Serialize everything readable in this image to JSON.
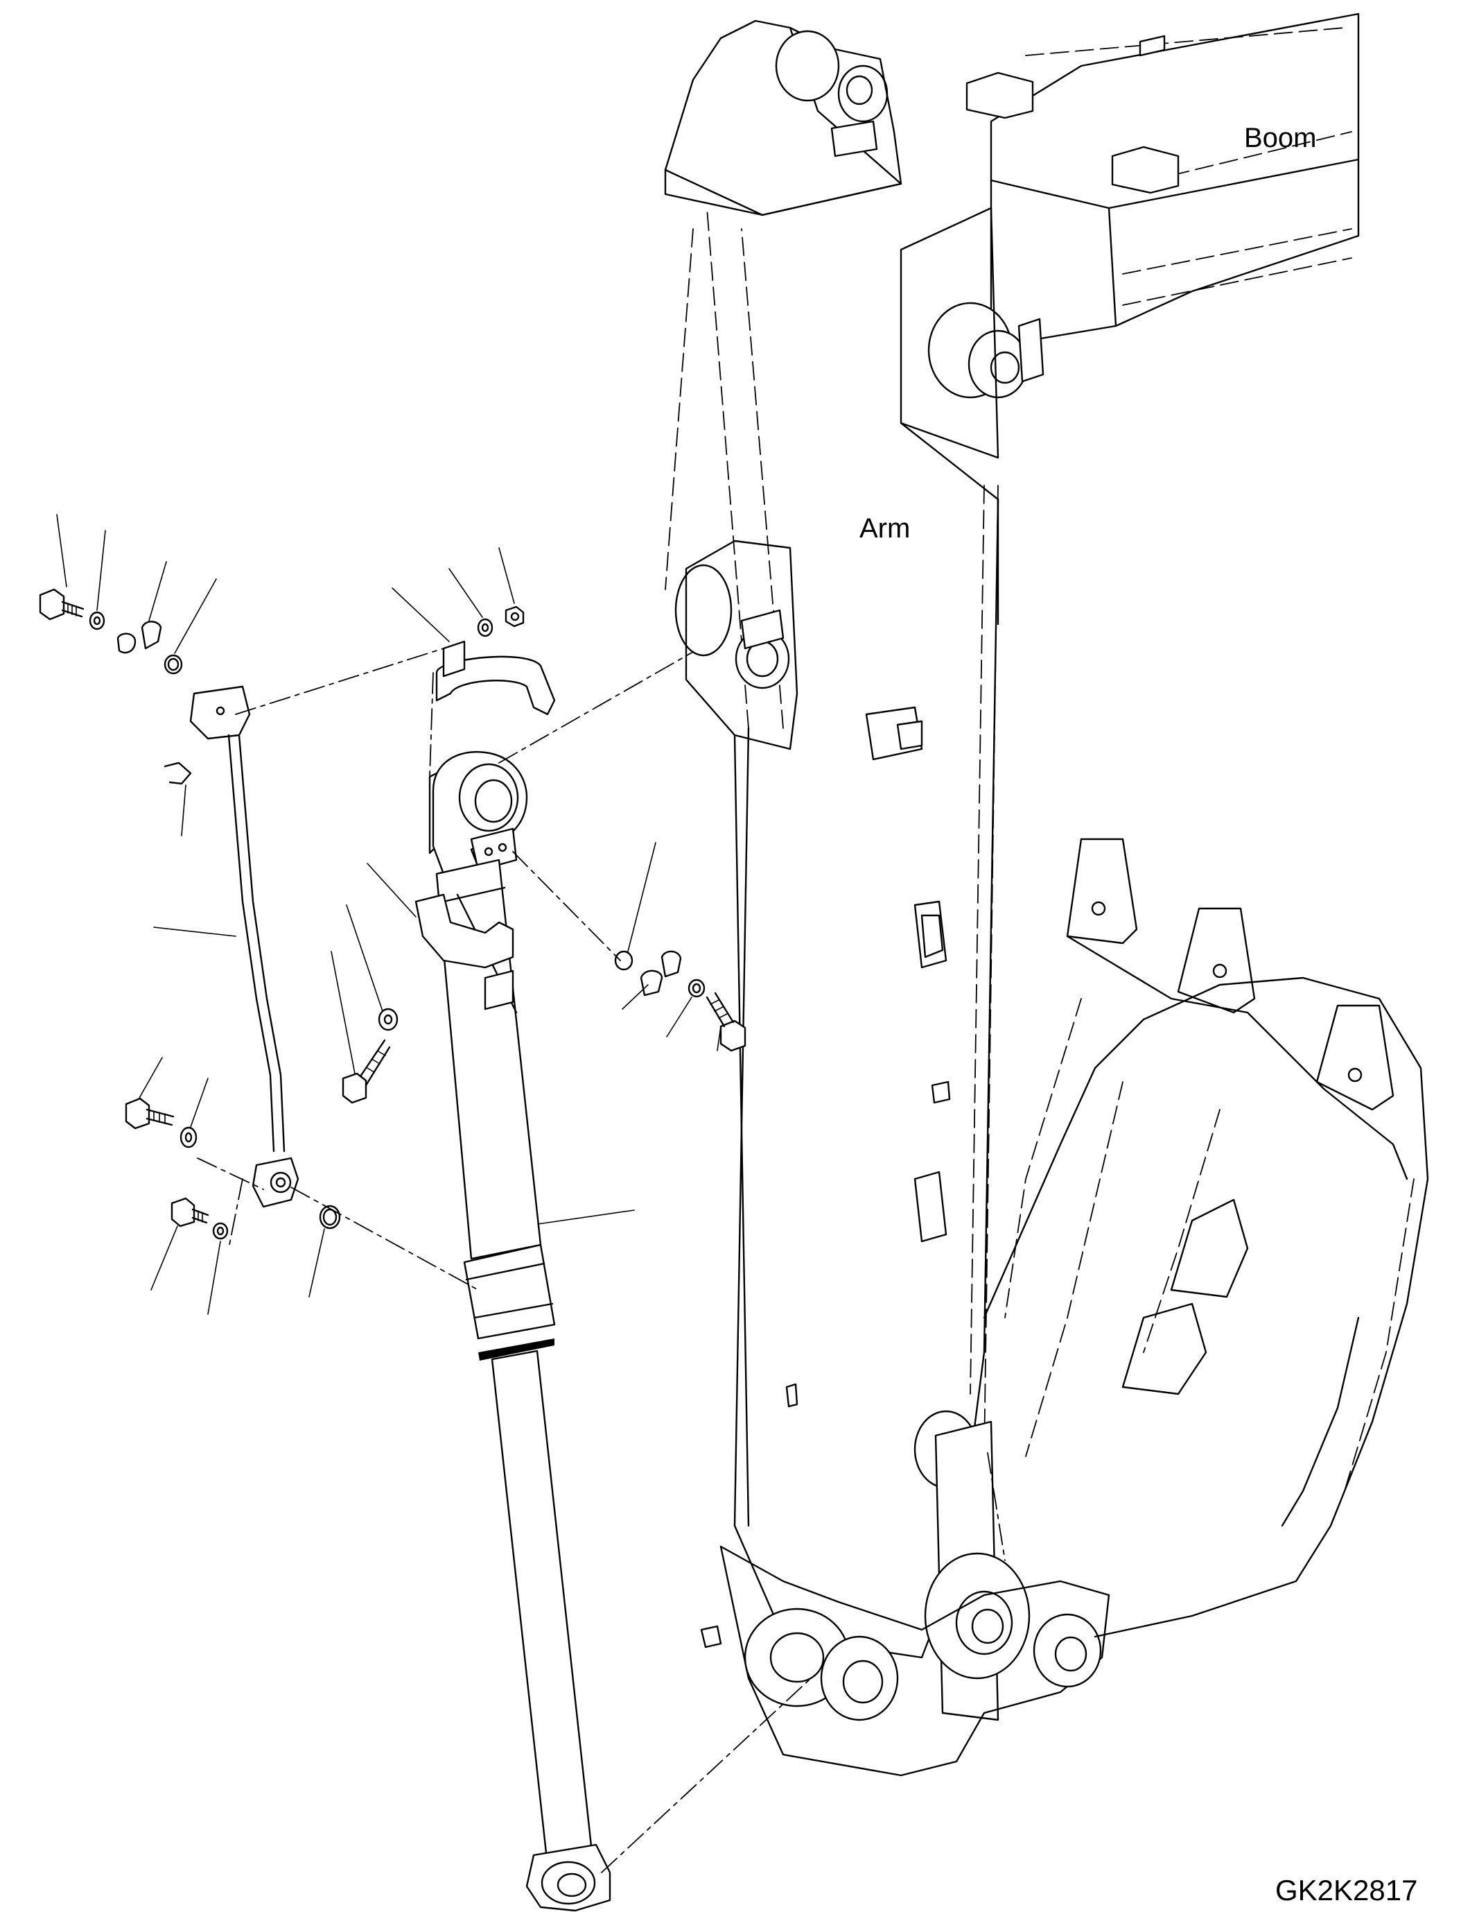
{
  "labels": {
    "boom": "Boom",
    "arm": "Arm",
    "drawing_code": "GK2K2817"
  },
  "colors": {
    "ink": "#000000",
    "paper": "#ffffff"
  }
}
